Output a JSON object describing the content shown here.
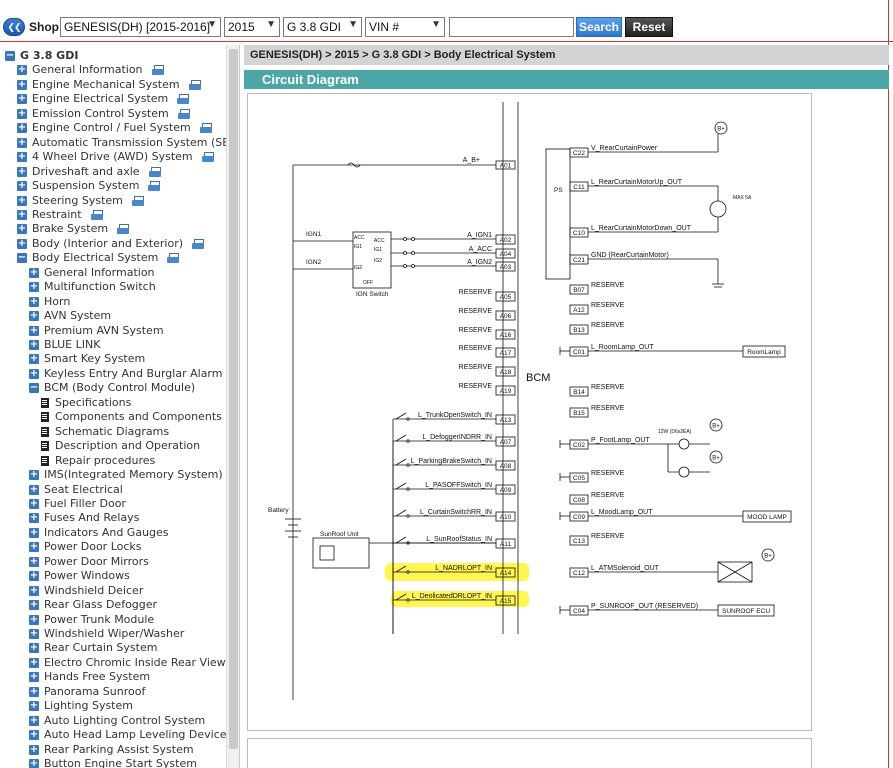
{
  "toolbar": {
    "back_icon": "double-chevron-left-icon",
    "shop_label": "Shop",
    "model": "GENESIS(DH) [2015-2016]",
    "year": "2015",
    "engine": "G 3.8 GDI",
    "vin": "VIN #",
    "search_value": "",
    "search_label": "Search",
    "reset_label": "Reset"
  },
  "sidebar": {
    "root": "G 3.8 GDI",
    "top_items": [
      {
        "label": "General Information",
        "print": true
      },
      {
        "label": "Engine Mechanical System",
        "print": true
      },
      {
        "label": "Engine Electrical System",
        "print": true
      },
      {
        "label": "Emission Control System",
        "print": true
      },
      {
        "label": "Engine Control / Fuel System",
        "print": true
      },
      {
        "label": "Automatic Transmission System (SBC)",
        "print": true
      },
      {
        "label": "4 Wheel Drive (AWD) System",
        "print": true
      },
      {
        "label": "Driveshaft and axle",
        "print": true
      },
      {
        "label": "Suspension System",
        "print": true
      },
      {
        "label": "Steering System",
        "print": true
      },
      {
        "label": "Restraint",
        "print": true
      },
      {
        "label": "Brake System",
        "print": true
      },
      {
        "label": "Body (Interior and Exterior)",
        "print": true
      },
      {
        "label": "Body Electrical System",
        "print": true
      }
    ],
    "body_electrical_children": [
      "General Information",
      "Multifunction Switch",
      "Horn",
      "AVN System",
      "Premium AVN System",
      "BLUE LINK",
      "Smart Key System",
      "Keyless Entry And Burglar Alarm",
      "BCM (Body Control Module)"
    ],
    "bcm_children": [
      "Specifications",
      "Components and Components Location",
      "Schematic Diagrams",
      "Description and Operation",
      "Repair procedures"
    ],
    "after_bcm": [
      "IMS(Integrated Memory System)",
      "Seat Electrical",
      "Fuel Filler Door",
      "Fuses And Relays",
      "Indicators And Gauges",
      "Power Door Locks",
      "Power Door Mirrors",
      "Power Windows",
      "Windshield Deicer",
      "Rear Glass Defogger",
      "Power Trunk Module",
      "Windshield Wiper/Washer",
      "Rear Curtain System",
      "Electro Chromic Inside Rear View Mirror",
      "Hands Free System",
      "Panorama Sunroof",
      "Lighting System",
      "Auto Lighting Control System",
      "Auto Head Lamp Leveling Device",
      "Rear Parking Assist System",
      "Button Engine Start System"
    ]
  },
  "breadcrumb": "GENESIS(DH) > 2015 > G 3.8 GDI > Body Electrical System",
  "section_title": "Circuit Diagram",
  "diagram": {
    "battery": "Battery",
    "ign_switch": "IGN Switch",
    "ign1": "IGN1",
    "ign2": "IGN2",
    "sunroof_unit": "SunRoof Unit",
    "bcm": "BCM",
    "ps": "PS",
    "max5a": "MAX 5A",
    "bplus": "B+",
    "left_pins": [
      {
        "label": "A_B+",
        "pin": "A01"
      },
      {
        "label": "A_IGN1",
        "pin": "A02"
      },
      {
        "label": "A_ACC",
        "pin": "A04"
      },
      {
        "label": "A_IGN2",
        "pin": "A03"
      },
      {
        "label": "RESERVE",
        "pin": "A05"
      },
      {
        "label": "RESERVE",
        "pin": "A06"
      },
      {
        "label": "RESERVE",
        "pin": "A16"
      },
      {
        "label": "RESERVE",
        "pin": "A17"
      },
      {
        "label": "RESERVE",
        "pin": "A18"
      },
      {
        "label": "RESERVE",
        "pin": "A19"
      },
      {
        "label": "L_TrunkOpenSwitch_IN",
        "pin": "A13"
      },
      {
        "label": "L_DefoggerINDRR_IN",
        "pin": "A07"
      },
      {
        "label": "L_ParkingBrakeSwitch_IN",
        "pin": "A08"
      },
      {
        "label": "L_PASOFFSwitch_IN",
        "pin": "A09"
      },
      {
        "label": "L_CurtainSwitchRR_IN",
        "pin": "A10"
      },
      {
        "label": "L_SunRoofStatus_IN",
        "pin": "A11"
      },
      {
        "label": "L_NADRLOPT_IN",
        "pin": "A14"
      },
      {
        "label": "L_DeolicatedDRLOPT_IN",
        "pin": "A15"
      }
    ],
    "right_pins": [
      {
        "pin": "C22",
        "label": "V_RearCurtainPower"
      },
      {
        "pin": "C11",
        "label": "L_RearCurtainMotorUp_OUT"
      },
      {
        "pin": "C10",
        "label": "L_RearCurtainMotorDown_OUT"
      },
      {
        "pin": "C21",
        "label": "GND (RearCurtainMotor)"
      },
      {
        "pin": "B07",
        "label": "RESERVE"
      },
      {
        "pin": "A12",
        "label": "RESERVE"
      },
      {
        "pin": "B13",
        "label": "RESERVE"
      },
      {
        "pin": "C01",
        "label": "L_RoomLamp_OUT"
      },
      {
        "pin": "B14",
        "label": "RESERVE"
      },
      {
        "pin": "B15",
        "label": "RESERVE"
      },
      {
        "pin": "C02",
        "label": "P_FootLamp_OUT"
      },
      {
        "pin": "C05",
        "label": "RESERVE"
      },
      {
        "pin": "C08",
        "label": "RESERVE"
      },
      {
        "pin": "C09",
        "label": "L_MoodLamp_OUT"
      },
      {
        "pin": "C13",
        "label": "RESERVE"
      },
      {
        "pin": "C12",
        "label": "L_ATMSolenoid_OUT"
      },
      {
        "pin": "C04",
        "label": "P_SUNROOF_OUT (RESERVED)"
      }
    ],
    "room_lamp": "RoomLamp",
    "mood_lamp": "MOOD LAMP",
    "sunroof_ecu": "SUNROOF ECU",
    "foot_lamp_rating": "12W (D6x2EA)",
    "ign_sw_labels": [
      "ACC",
      "IG1",
      "IG2",
      "OFF",
      "ACC",
      "IG1",
      "IG2"
    ]
  }
}
